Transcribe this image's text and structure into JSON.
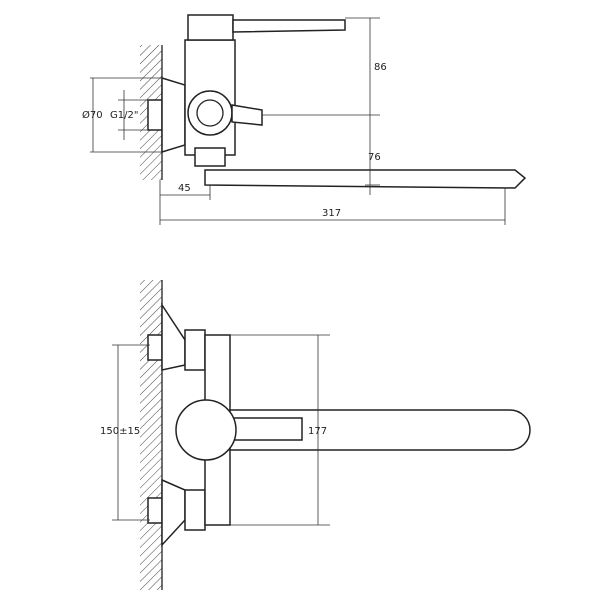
{
  "drawing": {
    "side_view": {
      "height_to_lever": "86",
      "height_to_spout": "76",
      "flange_diameter": "Ø70",
      "thread": "G1/2\"",
      "wall_offset": "45",
      "total_length": "317"
    },
    "top_view": {
      "center_distance": "150±15",
      "spout_height": "177"
    }
  }
}
